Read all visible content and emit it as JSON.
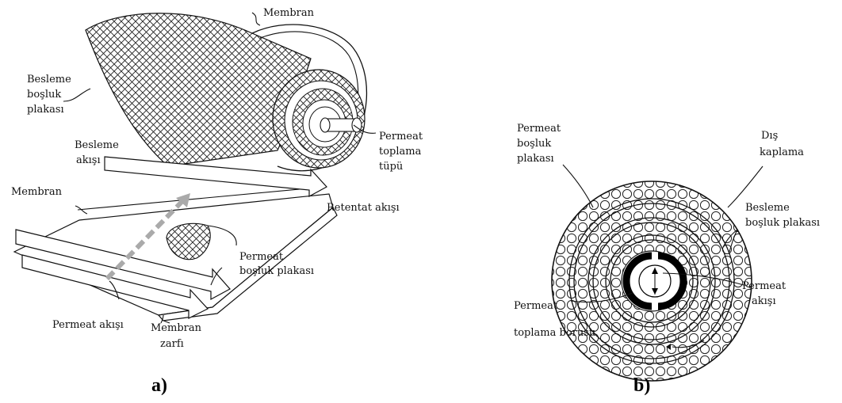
{
  "panel_a": {
    "caption": "a)",
    "labels": {
      "membran_top": "Membran",
      "besleme_1": "Besleme",
      "besleme_2": "boşluk",
      "besleme_3": "plakası",
      "besleme_akisi_1": "Besleme",
      "besleme_akisi_2": "akışı",
      "permeat_toplama_1": "Permeat",
      "permeat_toplama_2": "toplama",
      "permeat_toplama_3": "tüpü",
      "membran_left": "Membran",
      "retentat": "Retentat akışı",
      "permeat_bosluk_1": "Permeat",
      "permeat_bosluk_2": "boşluk plakası",
      "permeat_akisi": "Permeat akışı",
      "membran_zarfi_1": "Membran",
      "membran_zarfi_2": "zarfı"
    }
  },
  "panel_b": {
    "caption": "b)",
    "labels": {
      "permeat_bosluk_1": "Permeat",
      "permeat_bosluk_2": "boşluk",
      "permeat_bosluk_3": "plakası",
      "dis_kaplama_1": "Dış",
      "dis_kaplama_2": "kaplama",
      "besleme_1": "Besleme",
      "besleme_2": "boşluk plakası",
      "permeat_akisi_1": "Permeat",
      "permeat_akisi_2": "akışı",
      "toplama_borusu_1": "Permeat",
      "toplama_borusu_2": "toplama borusu"
    }
  },
  "colors": {
    "ink": "#111111",
    "background": "#ffffff",
    "arrow_fill": "#ffffff",
    "dashed_arrow": "#aaaaaa"
  }
}
